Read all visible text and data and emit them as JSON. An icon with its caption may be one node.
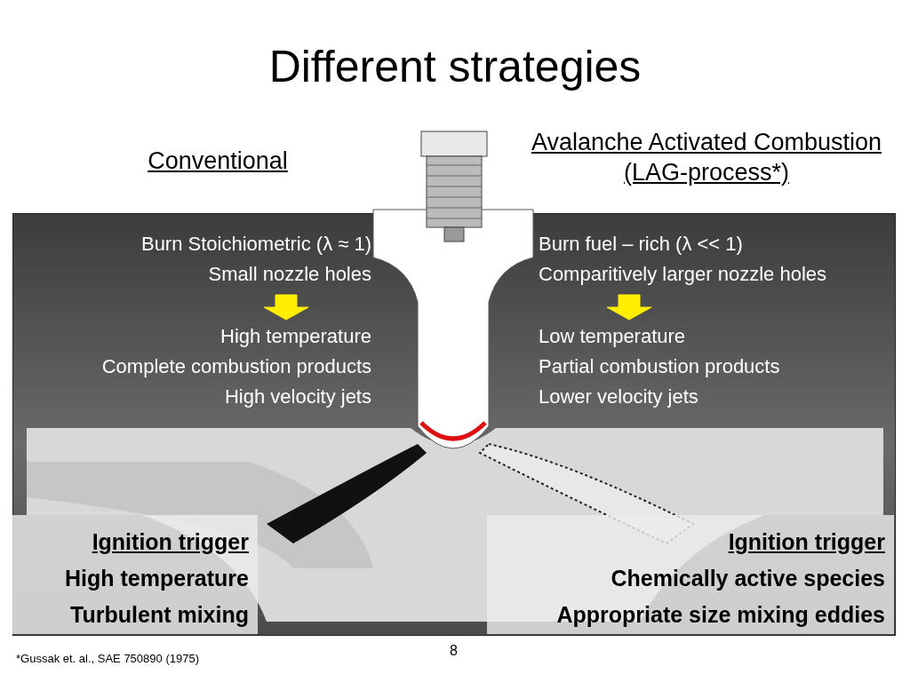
{
  "diagram": {
    "title": "Different strategies",
    "nodes": [
      {
        "text": [
          "Burn Stoichiometric (λ ≈ 1)",
          "Small nozzle holes"
        ]
      },
      {
        "text": [
          "High temperature",
          "Complete combustion products",
          "High velocity jets"
        ]
      },
      {
        "text": [
          "Burn fuel – rich (λ << 1)",
          "Comparitively larger nozzle holes"
        ]
      },
      {
        "text": [
          "Low temperature",
          "Partial combustion products",
          "Lower velocity jets"
        ]
      },
      {
        "text": [
          "Ignition trigger",
          "High temperature",
          "Turbulent mixing"
        ]
      },
      {
        "text": [
          "Ignition trigger",
          "Chemically active species",
          "Appropriate size mixing eddies"
        ]
      }
    ],
    "edges": [
      {
        "from": 0,
        "to": 1,
        "arrow": "to"
      },
      {
        "from": 2,
        "to": 3,
        "arrow": "to"
      }
    ],
    "labels": [
      "Conventional",
      "Avalanche Activated Combustion (LAG-process*)",
      "*Gussak et. al., SAE 750890 (1975)",
      "8"
    ]
  }
}
